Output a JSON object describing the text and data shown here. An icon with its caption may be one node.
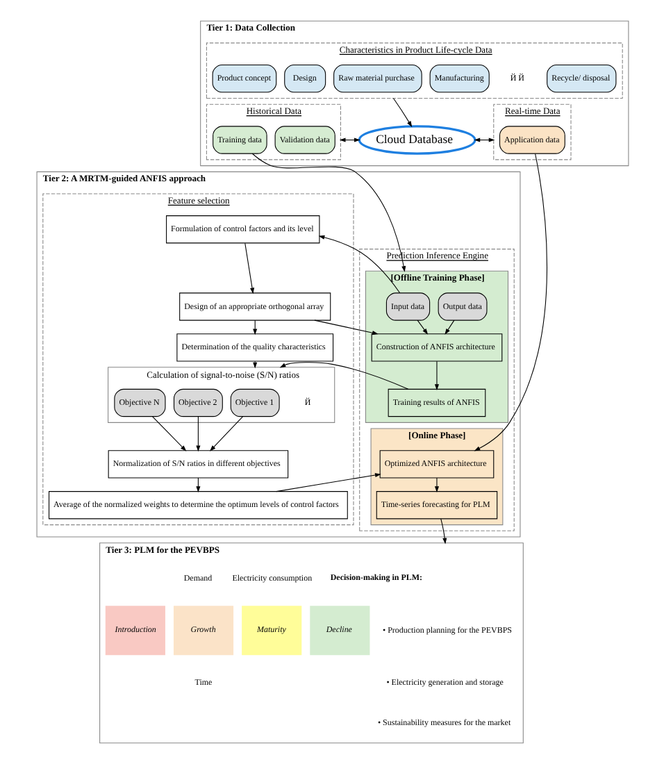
{
  "diagram": {
    "nodes": [
      {
        "text": [
          "Tier 1: Data Collection"
        ]
      },
      {
        "text": [
          "Characteristics in Product Life-cycle Data"
        ],
        "in": 0
      },
      {
        "text": [
          "Product concept"
        ],
        "in": 1
      },
      {
        "text": [
          "Design"
        ],
        "in": 1
      },
      {
        "text": [
          "Raw material purchase"
        ],
        "in": 1
      },
      {
        "text": [
          "Manufacturing"
        ],
        "in": 1
      },
      {
        "text": [
          "Recycle/ disposal"
        ],
        "in": 1
      },
      {
        "text": [
          "Historical Data"
        ],
        "in": 0
      },
      {
        "text": [
          "Training data"
        ],
        "in": 7
      },
      {
        "text": [
          "Validation data"
        ],
        "in": 7
      },
      {
        "text": [
          "Cloud Database"
        ],
        "in": 0
      },
      {
        "text": [
          "Real-time Data"
        ],
        "in": 0
      },
      {
        "text": [
          "Application data"
        ],
        "in": 11
      },
      {
        "text": [
          "Tier 2: A MRTM-guided ANFIS approach"
        ]
      },
      {
        "text": [
          "Feature selection"
        ],
        "in": 13
      },
      {
        "text": [
          "Formulation of control factors and its level"
        ],
        "in": 14
      },
      {
        "text": [
          "Design of an appropriate orthogonal array"
        ],
        "in": 14
      },
      {
        "text": [
          "Determination of the quality characteristics"
        ],
        "in": 14
      },
      {
        "text": [
          "Calculation of signal-to-noise (S/N) ratios"
        ],
        "in": 14
      },
      {
        "text": [
          "Objective 1"
        ],
        "in": 18
      },
      {
        "text": [
          "Objective 2"
        ],
        "in": 18
      },
      {
        "text": [
          "Objective N"
        ],
        "in": 18
      },
      {
        "text": [
          "Normalization of S/N ratios in different objectives"
        ],
        "in": 14
      },
      {
        "text": [
          "Average of the normalized weights to determine the optimum levels of control factors"
        ],
        "in": 14
      },
      {
        "text": [
          "Prediction Inference Engine"
        ],
        "in": 13
      },
      {
        "text": [
          "[Offline Training Phase]"
        ],
        "in": 24
      },
      {
        "text": [
          "Input data"
        ],
        "in": 25
      },
      {
        "text": [
          "Output data"
        ],
        "in": 25
      },
      {
        "text": [
          "Construction of ANFIS architecture"
        ],
        "in": 25
      },
      {
        "text": [
          "Training results of ANFIS"
        ],
        "in": 25
      },
      {
        "text": [
          "[Online Phase]"
        ],
        "in": 24
      },
      {
        "text": [
          "Optimized ANFIS architecture"
        ],
        "in": 30
      },
      {
        "text": [
          "Time-series forecasting for PLM"
        ],
        "in": 30
      },
      {
        "text": [
          "Tier 3: PLM for the PEVBPS"
        ]
      },
      {
        "text": [
          "Introduction"
        ],
        "in": 33
      },
      {
        "text": [
          "Growth"
        ],
        "in": 33
      },
      {
        "text": [
          "Maturity"
        ],
        "in": 33
      },
      {
        "text": [
          "Decline"
        ],
        "in": 33
      }
    ],
    "edges": [
      {
        "from": 1,
        "to": 10,
        "arrow": "to"
      },
      {
        "from": 7,
        "to": 10,
        "arrow": "both"
      },
      {
        "from": 10,
        "to": 11,
        "arrow": "both"
      },
      {
        "from": 8,
        "to": 25,
        "arrow": "to"
      },
      {
        "from": 12,
        "to": 31,
        "arrow": "to"
      },
      {
        "from": 26,
        "to": 15,
        "arrow": "to"
      },
      {
        "from": 16,
        "to": 28,
        "arrow": "to"
      },
      {
        "from": 29,
        "to": 18,
        "arrow": "to"
      },
      {
        "from": 23,
        "to": 31,
        "arrow": "to"
      },
      {
        "from": 15,
        "to": 16,
        "arrow": "to"
      },
      {
        "from": 16,
        "to": 17,
        "arrow": "to"
      },
      {
        "from": 17,
        "to": 18,
        "arrow": "to"
      },
      {
        "from": 19,
        "to": 22,
        "arrow": "to"
      },
      {
        "from": 20,
        "to": 22,
        "arrow": "to"
      },
      {
        "from": 21,
        "to": 22,
        "arrow": "to"
      },
      {
        "from": 22,
        "to": 23,
        "arrow": "to"
      },
      {
        "from": 26,
        "to": 28,
        "arrow": "to"
      },
      {
        "from": 27,
        "to": 28,
        "arrow": "to"
      },
      {
        "from": 28,
        "to": 29,
        "arrow": "to"
      },
      {
        "from": 31,
        "to": 32,
        "arrow": "to"
      },
      {
        "from": 32,
        "to": 33,
        "arrow": "to"
      }
    ],
    "labels": [
      "Й Й",
      "Й",
      "Demand",
      "Electricity consumption",
      "Time",
      "Decision-making in PLM:",
      "• Production planning for the PEVBPS",
      "• Electricity generation and storage",
      "• Sustainability measures for the market"
    ]
  }
}
